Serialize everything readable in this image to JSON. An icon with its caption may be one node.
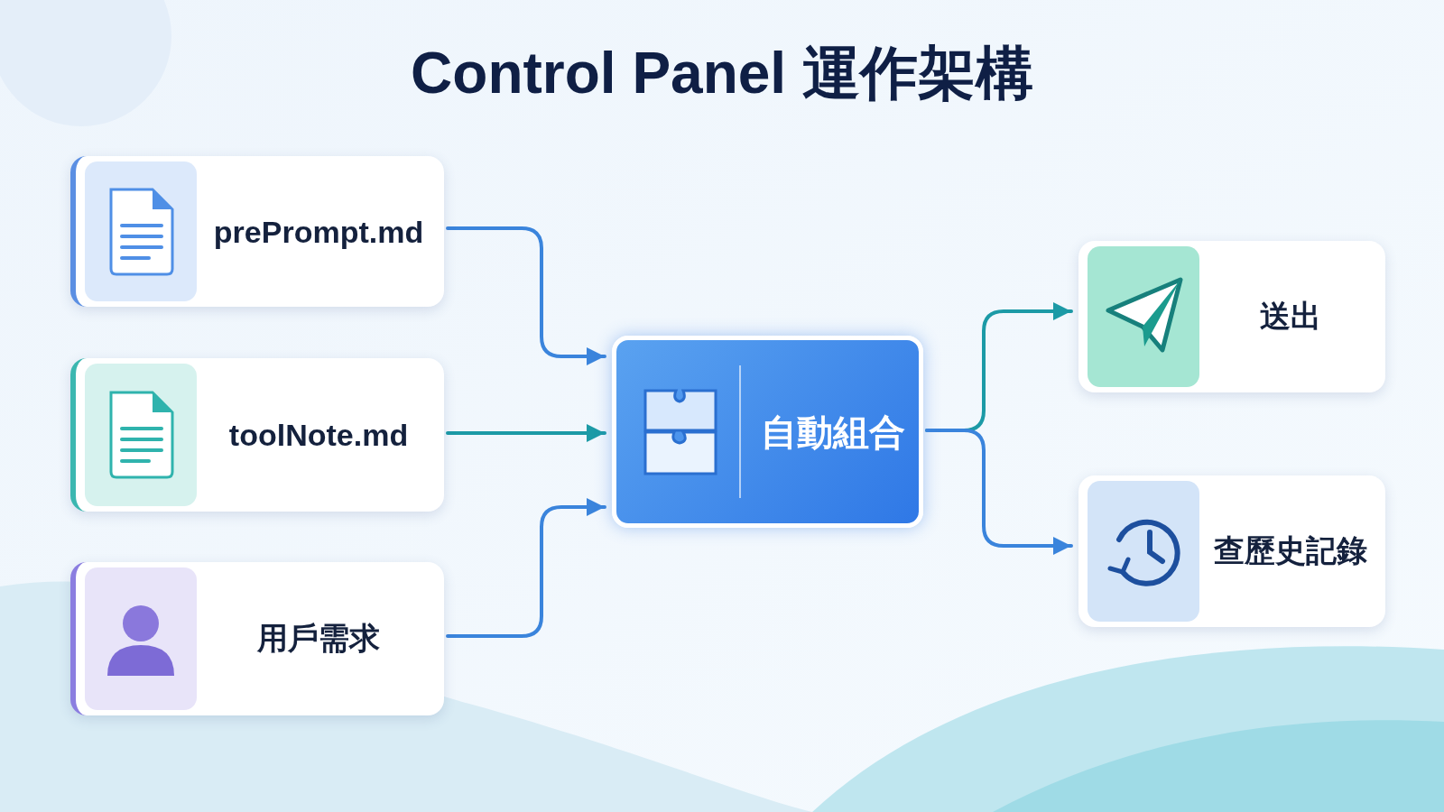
{
  "diagram": {
    "title": "Control Panel 運作架構",
    "nodes": [
      {
        "text": [
          "prePrompt.md"
        ]
      },
      {
        "text": [
          "toolNote.md"
        ]
      },
      {
        "text": [
          "用戶需求"
        ]
      },
      {
        "text": [
          "自動組合"
        ]
      },
      {
        "text": [
          "送出"
        ]
      },
      {
        "text": [
          "查歷史記錄"
        ]
      }
    ],
    "edges": [
      {
        "from": 0,
        "to": 3,
        "arrow": "to"
      },
      {
        "from": 1,
        "to": 3,
        "arrow": "to",
        "color": "#1c9aa6"
      },
      {
        "from": 2,
        "to": 3,
        "arrow": "to"
      },
      {
        "from": 3,
        "to": 4,
        "arrow": "to",
        "color": "#1c9aa6"
      },
      {
        "from": 3,
        "to": 5,
        "arrow": "to"
      }
    ]
  }
}
